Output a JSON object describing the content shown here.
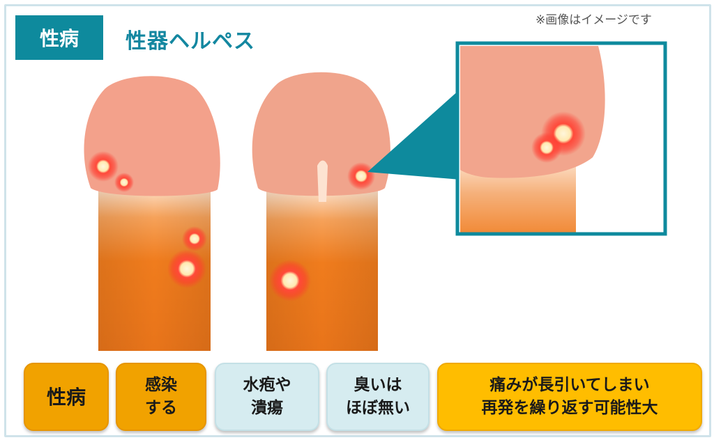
{
  "header": {
    "tag_label": "性病",
    "title": "性器ヘルペス",
    "note": "※画像はイメージです"
  },
  "features": [
    {
      "label": "性病",
      "style": "orange"
    },
    {
      "label": "感染\nする",
      "style": "orange"
    },
    {
      "label": "水疱や\n潰瘍",
      "style": "blue"
    },
    {
      "label": "臭いは\nほぼ無い",
      "style": "blue"
    },
    {
      "label": "痛みが長引いてしまい\n再発を繰り返す可能性大",
      "style": "yellow"
    }
  ],
  "colors": {
    "accent": "#0e8a9d",
    "title": "#1387a0",
    "glans": "#f3a18b",
    "shaft": "#f07a1a",
    "lesion": "#ff3b30",
    "pill_orange": "#f1a200",
    "pill_blue": "#d6ecf0",
    "pill_yellow": "#ffbd00"
  }
}
